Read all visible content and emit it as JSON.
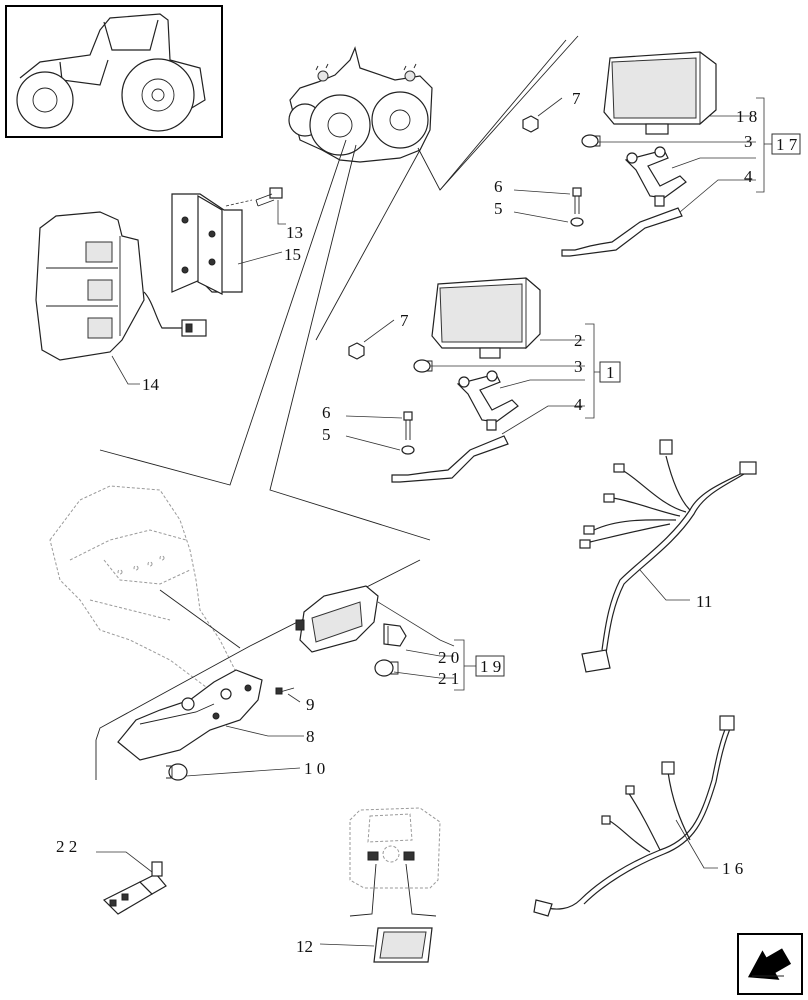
{
  "callouts": {
    "n7a": "7",
    "n18": "1 8",
    "n3a": "3",
    "n17": "1 7",
    "n4a": "4",
    "n6a": "6",
    "n5a": "5",
    "n13": "13",
    "n15": "15",
    "n14": "14",
    "n7b": "7",
    "n2": "2",
    "n3b": "3",
    "n1": "1",
    "n4b": "4",
    "n6b": "6",
    "n5b": "5",
    "n11": "11",
    "n20": "2 0",
    "n19": "1 9",
    "n21": "2 1",
    "n9": "9",
    "n8": "8",
    "n10": "1 0",
    "n22": "2 2",
    "n16": "1 6",
    "n12": "12"
  },
  "icons": {
    "nav": "next-page-arrow-icon",
    "thumbnail": "tractor-thumbnail-icon"
  }
}
